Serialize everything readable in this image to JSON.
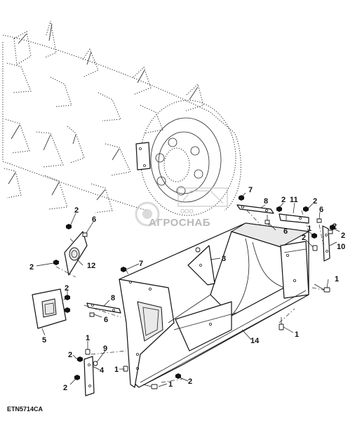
{
  "figure_code": "ETN5714CA",
  "watermark": {
    "prefix": "ООО",
    "name": "АГРОСНАБ"
  },
  "callouts": [
    {
      "id": "c7a",
      "text": "7"
    },
    {
      "id": "c2a",
      "text": "2"
    },
    {
      "id": "c11",
      "text": "11"
    },
    {
      "id": "c2b",
      "text": "2"
    },
    {
      "id": "c8a",
      "text": "8"
    },
    {
      "id": "c6a",
      "text": "6"
    },
    {
      "id": "c2c",
      "text": "2"
    },
    {
      "id": "c6b",
      "text": "6"
    },
    {
      "id": "c1a",
      "text": "1"
    },
    {
      "id": "c2d",
      "text": "2"
    },
    {
      "id": "c2e",
      "text": "2"
    },
    {
      "id": "c10",
      "text": "10"
    },
    {
      "id": "c2f",
      "text": "2"
    },
    {
      "id": "c6c",
      "text": "6"
    },
    {
      "id": "c3",
      "text": "3"
    },
    {
      "id": "c2g",
      "text": "2"
    },
    {
      "id": "c12",
      "text": "12"
    },
    {
      "id": "c7b",
      "text": "7"
    },
    {
      "id": "c1b",
      "text": "1"
    },
    {
      "id": "c2h",
      "text": "2"
    },
    {
      "id": "c8b",
      "text": "8"
    },
    {
      "id": "c6d",
      "text": "6"
    },
    {
      "id": "c1c",
      "text": "1"
    },
    {
      "id": "c14",
      "text": "14"
    },
    {
      "id": "c5",
      "text": "5"
    },
    {
      "id": "c1d",
      "text": "1"
    },
    {
      "id": "c2i",
      "text": "2"
    },
    {
      "id": "c9",
      "text": "9"
    },
    {
      "id": "c4",
      "text": "4"
    },
    {
      "id": "c1e",
      "text": "1"
    },
    {
      "id": "c2j",
      "text": "2"
    },
    {
      "id": "c1f",
      "text": "1"
    },
    {
      "id": "c2k",
      "text": "2"
    }
  ]
}
